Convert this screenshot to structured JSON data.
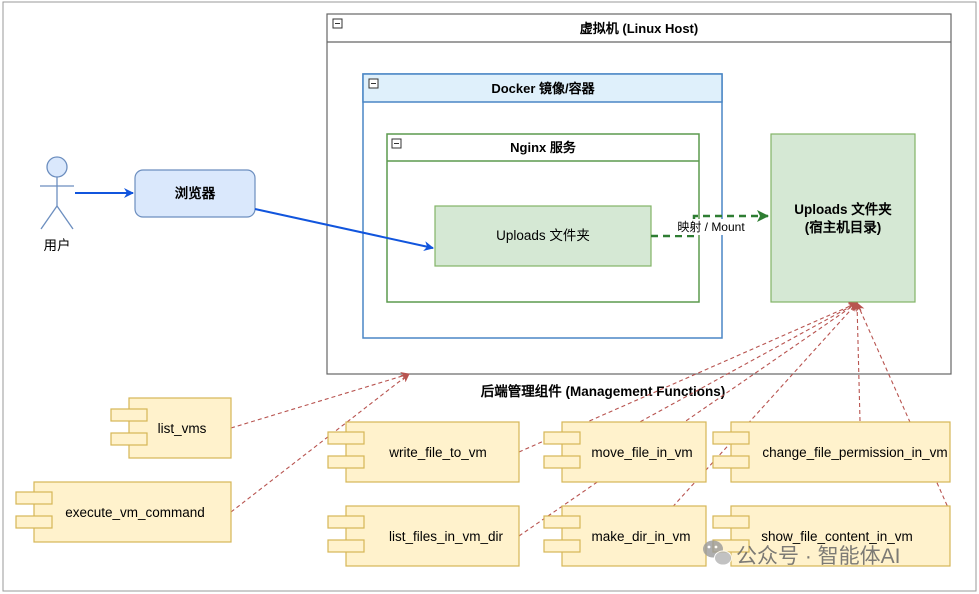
{
  "vm": {
    "title": "虚拟机 (Linux Host)"
  },
  "docker": {
    "title": "Docker 镜像/容器"
  },
  "nginx": {
    "title": "Nginx 服务"
  },
  "uploads_inner": {
    "label": "Uploads 文件夹"
  },
  "uploads_host": {
    "line1": "Uploads 文件夹",
    "line2": "(宿主机目录)"
  },
  "user": {
    "label": "用户"
  },
  "browser": {
    "label": "浏览器"
  },
  "mount_label": "映射 / Mount",
  "backend_label": "后端管理组件 (Management Functions)",
  "components": {
    "list_vms": "list_vms",
    "execute_vm_command": "execute_vm_command",
    "write_file_to_vm": "write_file_to_vm",
    "list_files_in_vm_dir": "list_files_in_vm_dir",
    "move_file_in_vm": "move_file_in_vm",
    "make_dir_in_vm": "make_dir_in_vm",
    "change_file_permission_in_vm": "change_file_permission_in_vm",
    "show_file_content_in_vm": "show_file_content_in_vm"
  },
  "watermark": "公众号 · 智能体AI",
  "colors": {
    "blue_arrow": "#1155dd",
    "green_mount": "#2e7d32",
    "red_dashed": "#b85450",
    "component_fill": "#fff2cc",
    "component_stroke": "#d6b656",
    "green_fill": "#d5e8d4",
    "green_stroke": "#82b366",
    "docker_header": "#dff0fb",
    "docker_stroke": "#4a86c5",
    "browser_fill": "#dae8fc",
    "browser_stroke": "#6c8ebf"
  }
}
